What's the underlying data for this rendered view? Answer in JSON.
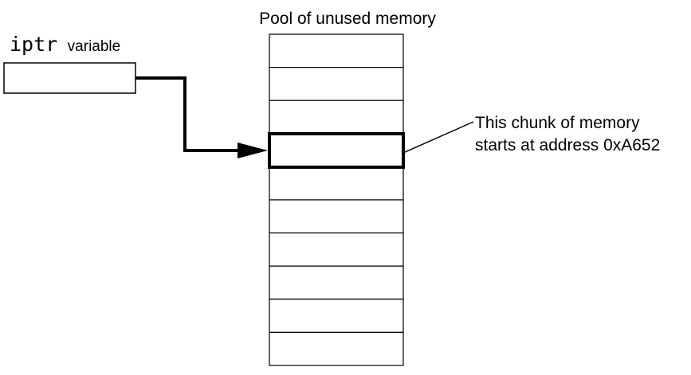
{
  "pool": {
    "title": "Pool of unused memory",
    "slot_count": 10,
    "highlighted_slot": 3
  },
  "variable": {
    "name": "iptr",
    "suffix": "variable"
  },
  "annotation": {
    "line1": "This chunk of memory",
    "line2": "starts at address 0xA652"
  }
}
